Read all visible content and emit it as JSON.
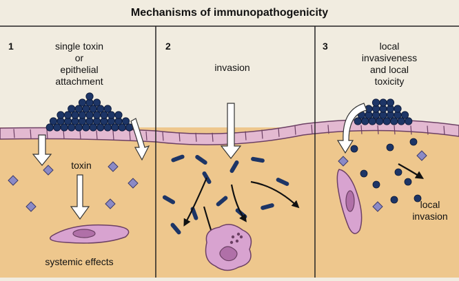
{
  "title": "Mechanisms of immunopathogenicity",
  "panels": [
    {
      "number": "1",
      "heading": [
        "single toxin",
        "or",
        "epithelial",
        "attachment"
      ]
    },
    {
      "number": "2",
      "heading": [
        "invasion"
      ]
    },
    {
      "number": "3",
      "heading": [
        "local",
        "invasiveness",
        "and local",
        "toxicity"
      ]
    }
  ],
  "labels": {
    "toxin": "toxin",
    "systemic_effects": "systemic effects",
    "local_invasion": [
      "local",
      "invasion"
    ]
  },
  "colors": {
    "background": "#f1ece0",
    "tissue": "#eec78d",
    "epithelium": "#e3b9d1",
    "epithelium_outline": "#6b3f63",
    "bacteria": "#1d3566",
    "toxin": "#8b8ac6",
    "host_cell": "#d8a3d0"
  }
}
